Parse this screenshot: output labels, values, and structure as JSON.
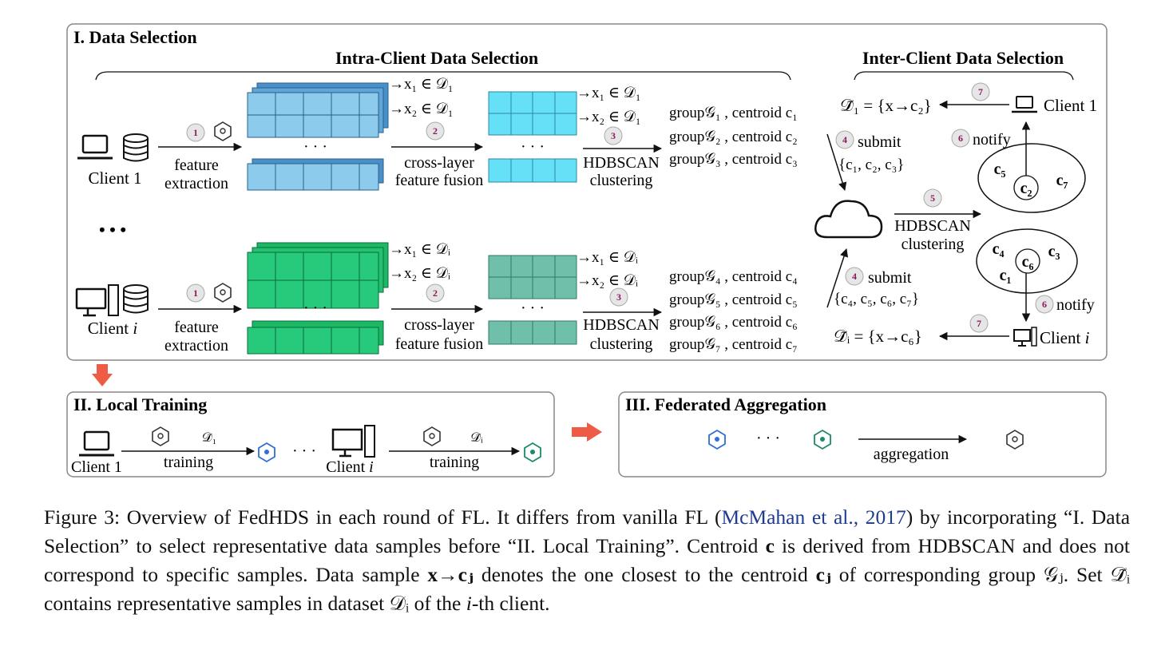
{
  "sections": {
    "data_selection": "I. Data Selection",
    "intra_client": "Intra-Client Data Selection",
    "inter_client": "Inter-Client Data Selection",
    "local_training": "II. Local Training",
    "federated_aggregation": "III. Federated Aggregation"
  },
  "clients": {
    "client_1": "Client 1",
    "client_i_prefix": "Client ",
    "client_i_var": "i",
    "ellipsis": "• • •"
  },
  "steps": {
    "s1": "1",
    "s2": "2",
    "s3": "3",
    "s4": "4",
    "s5": "5",
    "s6": "6",
    "s7": "7",
    "feature": "feature",
    "extraction": "extraction",
    "cross_layer": "cross-layer",
    "feature_fusion": "feature fusion",
    "hdbscan": "HDBSCAN",
    "clustering": "clustering",
    "submit": "submit",
    "notify": "notify",
    "training": "training",
    "aggregation": "aggregation",
    "dots": "· · ·"
  },
  "samples": {
    "x1_d1": "→x₁ ∈ 𝒟₁",
    "x2_d1": "→x₂ ∈ 𝒟₁",
    "x1_di": "→x₁ ∈ 𝒟ᵢ",
    "x2_di": "→x₂ ∈ 𝒟ᵢ"
  },
  "groups_top": [
    "group𝒢₁ , centroid c₁",
    "group𝒢₂ , centroid c₂",
    "group𝒢₃ , centroid c₃"
  ],
  "groups_bottom": [
    "group𝒢₄ , centroid c₄",
    "group𝒢₅ , centroid c₅",
    "group𝒢₆ , centroid c₆",
    "group𝒢₇ , centroid c₇"
  ],
  "submit_sets": {
    "top": "{c₁, c₂, c₃}",
    "bottom": "{c₄, c₅, c₆, c₇}"
  },
  "selected_sets": {
    "d1": "𝒟̃₁ = {x→c₂}",
    "di": "𝒟̃ᵢ = {x→c₆}",
    "d1_short": "𝒟̃₁",
    "di_short": "𝒟̃ᵢ"
  },
  "centroids": {
    "c5": "c₅",
    "c2": "c₂",
    "c7": "c₇",
    "c4": "c₄",
    "c6": "c₆",
    "c3": "c₃",
    "c1": "c₁"
  },
  "caption": {
    "p1": "Figure 3: Overview of FedHDS in each round of FL. It differs from vanilla FL (",
    "cite": "McMahan et al., 2017",
    "p2": ") by incorporating “I. Data Selection” to select representative data samples before “II. Local Training”. Centroid ",
    "c": "c",
    "p3": " is derived from HDBSCAN and does not correspond to specific samples. Data sample ",
    "xc": "x→cⱼ",
    "p4": " denotes the one closest to the centroid ",
    "cj": "cⱼ",
    "p5": " of corresponding group ",
    "gj": "𝒢ⱼ",
    "p6": ". Set ",
    "di": "𝒟̃ᵢ",
    "p7": " contains representative samples in dataset ",
    "d": "𝒟ᵢ",
    "p8": " of the ",
    "i": "i",
    "p9": "-th client."
  },
  "colors": {
    "blue_dark": "#4a90c8",
    "blue_light": "#8ccbec",
    "cyan": "#66e0f7",
    "green": "#27c97a",
    "teal": "#6fbfaa",
    "step_circle": "#e6e6e6",
    "step_number": "#8b1a5c",
    "arrow_red": "#ef5c45",
    "model_blue": "#2e6fd8",
    "model_green": "#1a8a6a"
  }
}
